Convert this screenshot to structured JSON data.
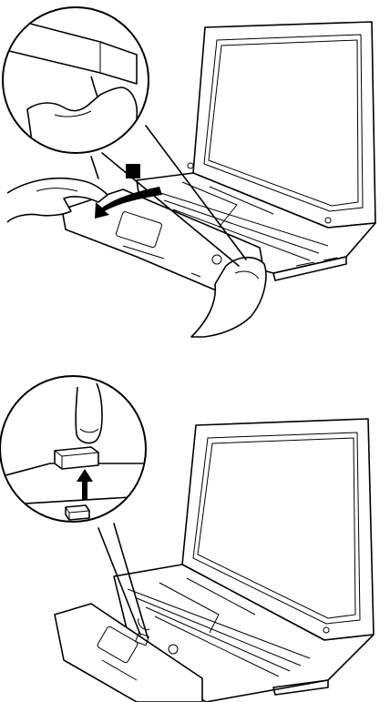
{
  "figure": {
    "panels": [
      {
        "id": "top",
        "step_marker": "filled-square",
        "arrow": "curved-lift-arrow"
      },
      {
        "id": "bottom",
        "step_marker": "filled-square",
        "arrow": "up-arrow"
      }
    ]
  },
  "colors": {
    "line": "#000000",
    "background": "#ffffff"
  }
}
